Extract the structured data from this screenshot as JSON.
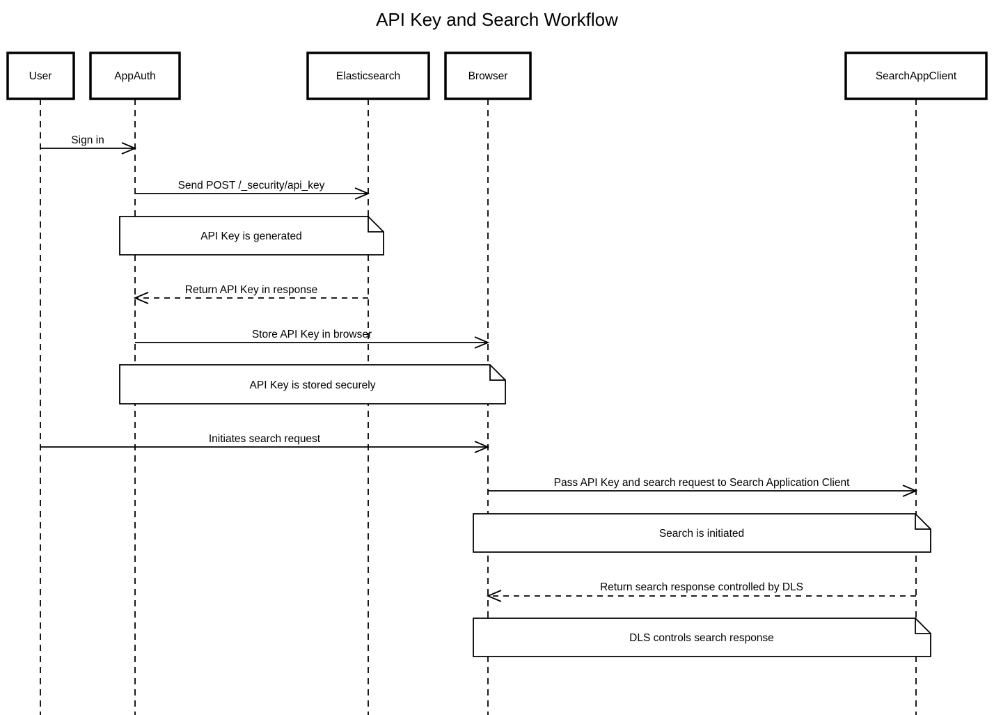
{
  "title": "API Key and Search Workflow",
  "colors": {
    "stroke": "#000000",
    "background": "#ffffff",
    "note_fill": "#ffffff",
    "text": "#000000"
  },
  "participants": [
    {
      "id": "user",
      "label": "User"
    },
    {
      "id": "appauth",
      "label": "AppAuth"
    },
    {
      "id": "elasticsearch",
      "label": "Elasticsearch"
    },
    {
      "id": "browser",
      "label": "Browser"
    },
    {
      "id": "searchappclient",
      "label": "SearchAppClient"
    }
  ],
  "messages": [
    {
      "from": "User",
      "to": "AppAuth",
      "label": "Sign in",
      "line": "solid"
    },
    {
      "from": "AppAuth",
      "to": "Elasticsearch",
      "label": "Send POST /_security/api_key",
      "line": "solid"
    },
    {
      "from": "Elasticsearch",
      "to": "AppAuth",
      "label": "Return API Key in response",
      "line": "dashed"
    },
    {
      "from": "AppAuth",
      "to": "Browser",
      "label": "Store API Key in browser",
      "line": "solid"
    },
    {
      "from": "User",
      "to": "Browser",
      "label": "Initiates search request",
      "line": "solid"
    },
    {
      "from": "Browser",
      "to": "SearchAppClient",
      "label": "Pass API Key and search request to Search Application Client",
      "line": "solid"
    },
    {
      "from": "SearchAppClient",
      "to": "Browser",
      "label": "Return search response controlled by DLS",
      "line": "dashed"
    }
  ],
  "notes": [
    {
      "label": "API Key is generated",
      "over": [
        "AppAuth",
        "Elasticsearch"
      ]
    },
    {
      "label": "API Key is stored securely",
      "over": [
        "AppAuth",
        "Browser"
      ]
    },
    {
      "label": "Search is initiated",
      "over": [
        "Browser",
        "SearchAppClient"
      ]
    },
    {
      "label": "DLS controls search response",
      "over": [
        "Browser",
        "SearchAppClient"
      ]
    }
  ]
}
